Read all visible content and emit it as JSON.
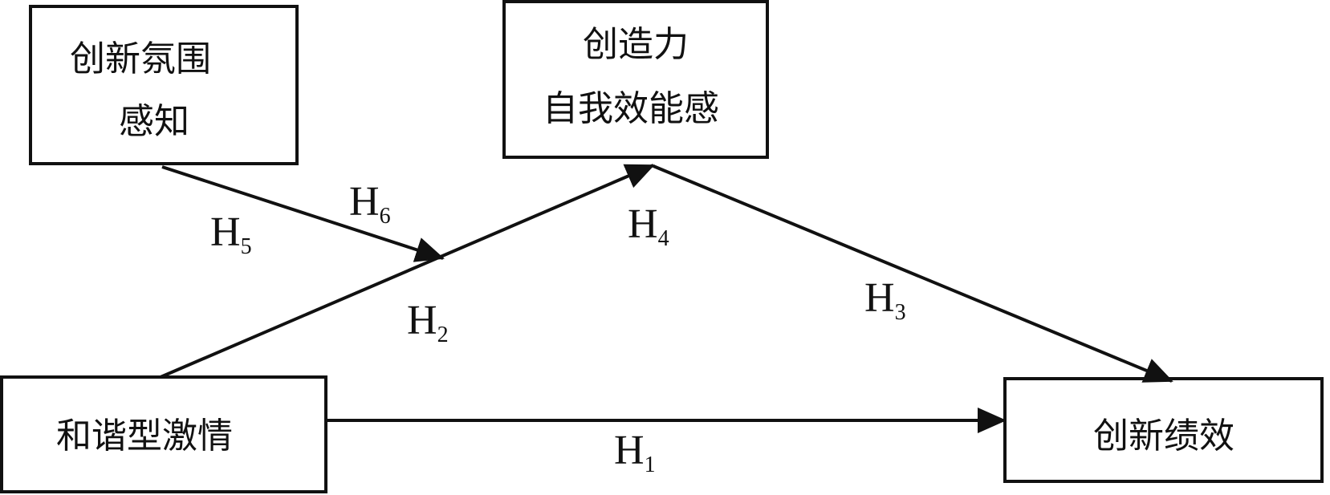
{
  "nodes": {
    "climate": {
      "line1": "创新氛围",
      "line2": "感知"
    },
    "efficacy": {
      "line1": "创造力",
      "line2": "自我效能感"
    },
    "passion": {
      "label": "和谐型激情"
    },
    "performance": {
      "label": "创新绩效"
    }
  },
  "hypotheses": {
    "h1": {
      "main": "H",
      "sub": "1"
    },
    "h2": {
      "main": "H",
      "sub": "2"
    },
    "h3": {
      "main": "H",
      "sub": "3"
    },
    "h4": {
      "main": "H",
      "sub": "4"
    },
    "h5": {
      "main": "H",
      "sub": "5"
    },
    "h6": {
      "main": "H",
      "sub": "6"
    }
  },
  "colors": {
    "stroke": "#111111",
    "background": "#ffffff"
  }
}
